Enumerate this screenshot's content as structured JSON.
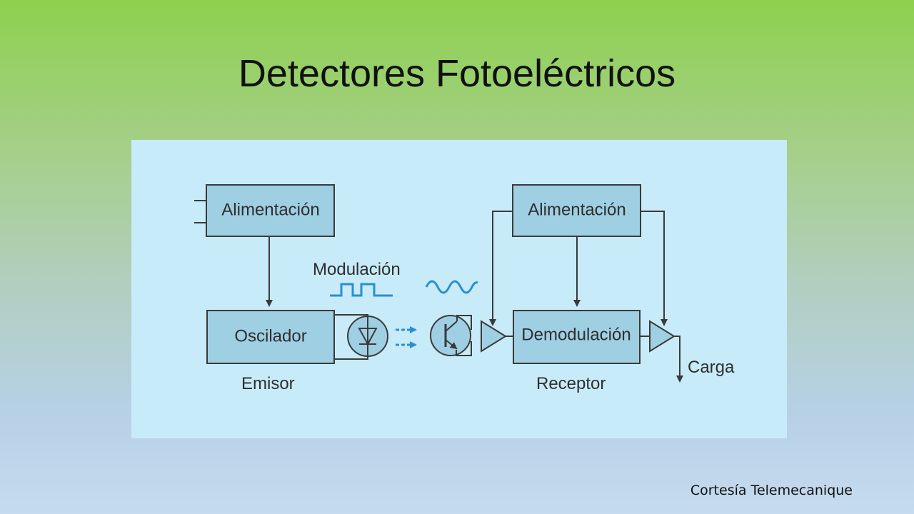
{
  "title": "Detectores Fotoeléctricos",
  "diagram": {
    "emitter": {
      "power_label": "Alimentación",
      "oscillator_label": "Oscilador",
      "caption": "Emisor"
    },
    "modulation_label": "Modulación",
    "receiver": {
      "power_label": "Alimentación",
      "demodulation_label": "Demodulación",
      "caption": "Receptor"
    },
    "load_label": "Carga"
  },
  "credit": "Cortesía Telemecanique",
  "colors": {
    "box_fill": "#9fcfe3",
    "panel_bg": "#c8ebfa",
    "signal_blue": "#2a8fd0"
  }
}
